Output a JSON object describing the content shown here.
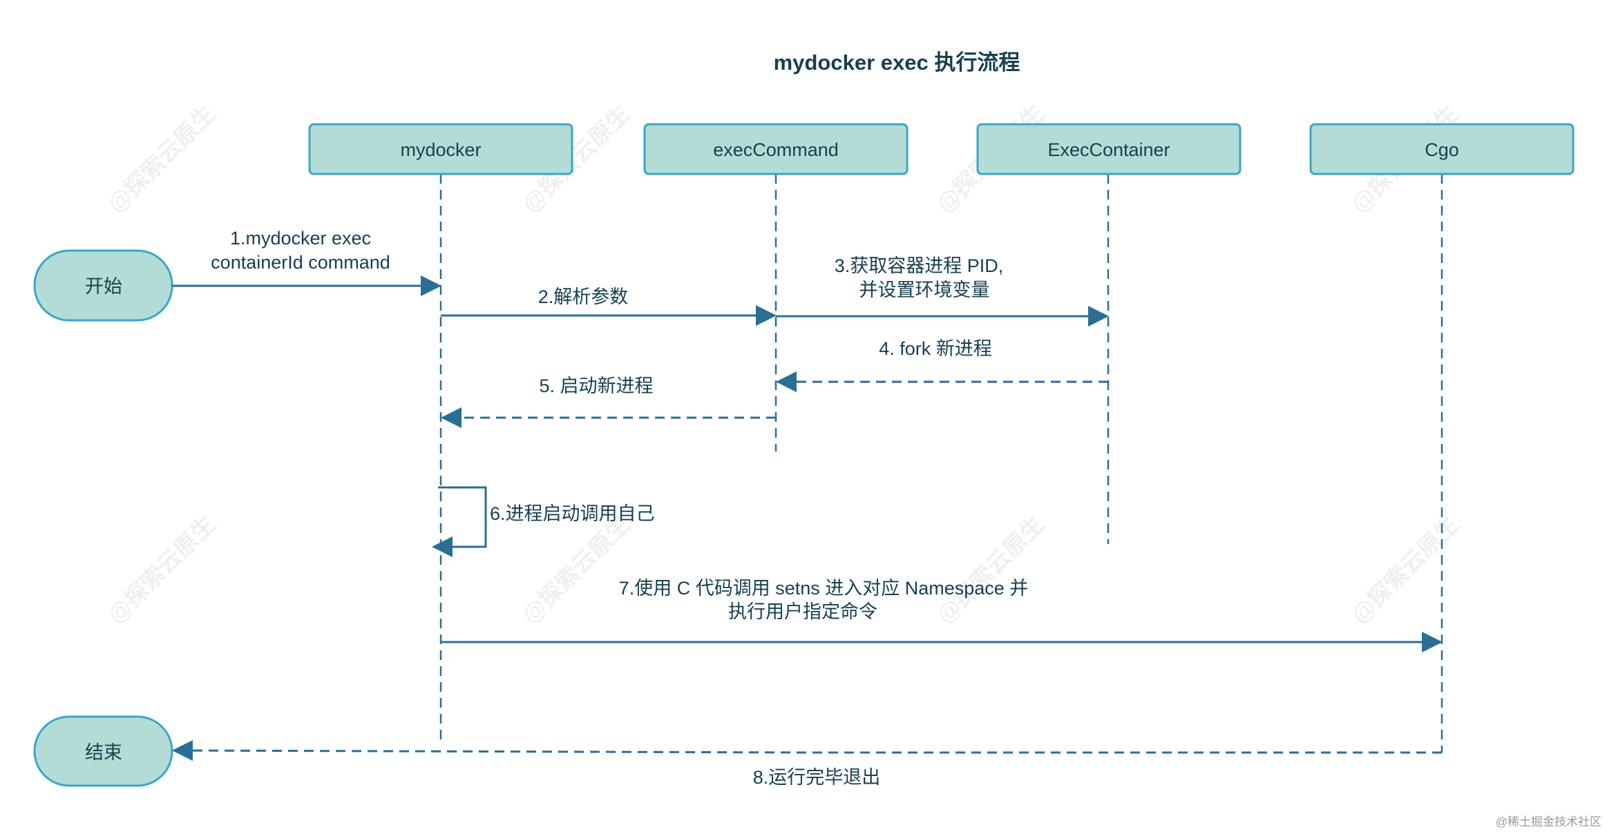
{
  "title": "mydocker exec 执行流程",
  "participants": [
    {
      "name": "mydocker"
    },
    {
      "name": "execCommand"
    },
    {
      "name": "ExecContainer"
    },
    {
      "name": "Cgo"
    }
  ],
  "terminals": {
    "start": "开始",
    "end": "结束"
  },
  "messages": [
    {
      "lines": [
        "1.mydocker exec",
        "containerId command"
      ],
      "style": "solid"
    },
    {
      "lines": [
        "2.解析参数"
      ],
      "style": "solid"
    },
    {
      "lines": [
        "3.获取容器进程 PID,",
        "并设置环境变量"
      ],
      "style": "solid"
    },
    {
      "lines": [
        "4. fork 新进程"
      ],
      "style": "dashed"
    },
    {
      "lines": [
        "5. 启动新进程"
      ],
      "style": "dashed"
    },
    {
      "lines": [
        "6.进程启动调用自己"
      ],
      "style": "solid"
    },
    {
      "lines": [
        "7.使用 C 代码调用 setns 进入对应 Namespace 并",
        "执行用户指定命令"
      ],
      "style": "solid"
    },
    {
      "lines": [
        "8.运行完毕退出"
      ],
      "style": "dashed"
    }
  ],
  "watermark": "@探索云原生",
  "credit": "@稀土掘金技术社区",
  "colors": {
    "box_fill": "#b3dcd6",
    "box_border": "#3ba6c4",
    "line": "#2b6e94",
    "text": "#173f4f"
  }
}
